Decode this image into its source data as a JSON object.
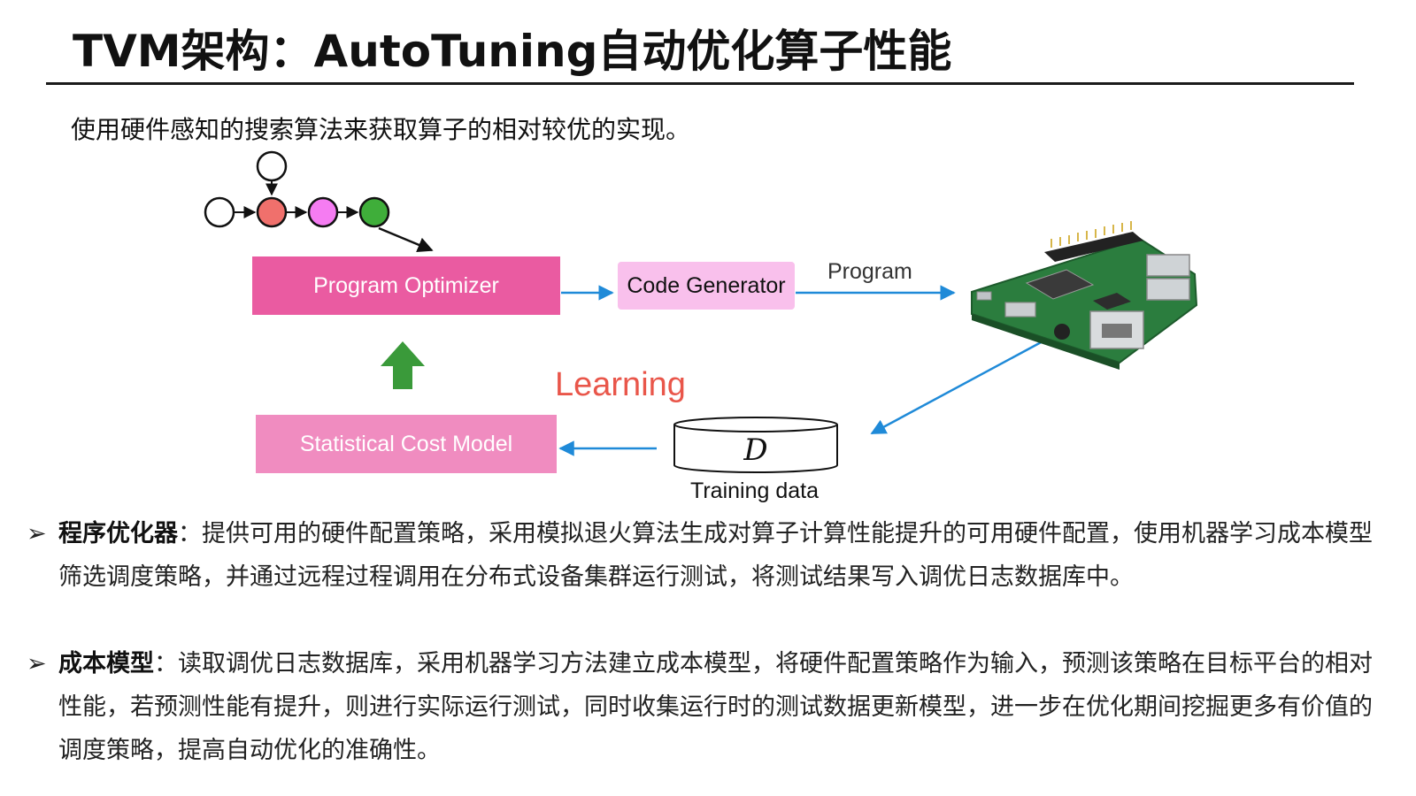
{
  "slide": {
    "title": "TVM架构：AutoTuning自动优化算子性能",
    "intro": "使用硬件感知的搜索算法来获取算子的相对较优的实现。"
  },
  "diagram": {
    "program_optimizer": "Program Optimizer",
    "code_generator": "Code Generator",
    "program_label": "Program",
    "learning_label": "Learning",
    "cost_model": "Statistical Cost Model",
    "dataset_symbol": "D",
    "training_data": "Training data",
    "graph_node_colors": [
      "#ffffff",
      "#f0706c",
      "#f57cf2",
      "#3fae3a"
    ],
    "colors": {
      "optimizer": "#ea5ba1",
      "code_gen": "#f9c0ec",
      "cost_model": "#f08cc0",
      "arrow_blue": "#1f8ad8",
      "arrow_green": "#3a9a3a",
      "learning": "#e9564a"
    },
    "device_icon": "raspberry-pi-board-icon"
  },
  "bullets": [
    {
      "marker": "➢",
      "heading": "程序优化器",
      "sep": "：",
      "body": "提供可用的硬件配置策略，采用模拟退火算法生成对算子计算性能提升的可用硬件配置，使用机器学习成本模型筛选调度策略，并通过远程过程调用在分布式设备集群运行测试，将测试结果写入调优日志数据库中。"
    },
    {
      "marker": "➢",
      "heading": "成本模型",
      "sep": "：",
      "body": "读取调优日志数据库，采用机器学习方法建立成本模型，将硬件配置策略作为输入，预测该策略在目标平台的相对性能，若预测性能有提升，则进行实际运行测试，同时收集运行时的测试数据更新模型，进一步在优化期间挖掘更多有价值的调度策略，提高自动优化的准确性。"
    }
  ]
}
